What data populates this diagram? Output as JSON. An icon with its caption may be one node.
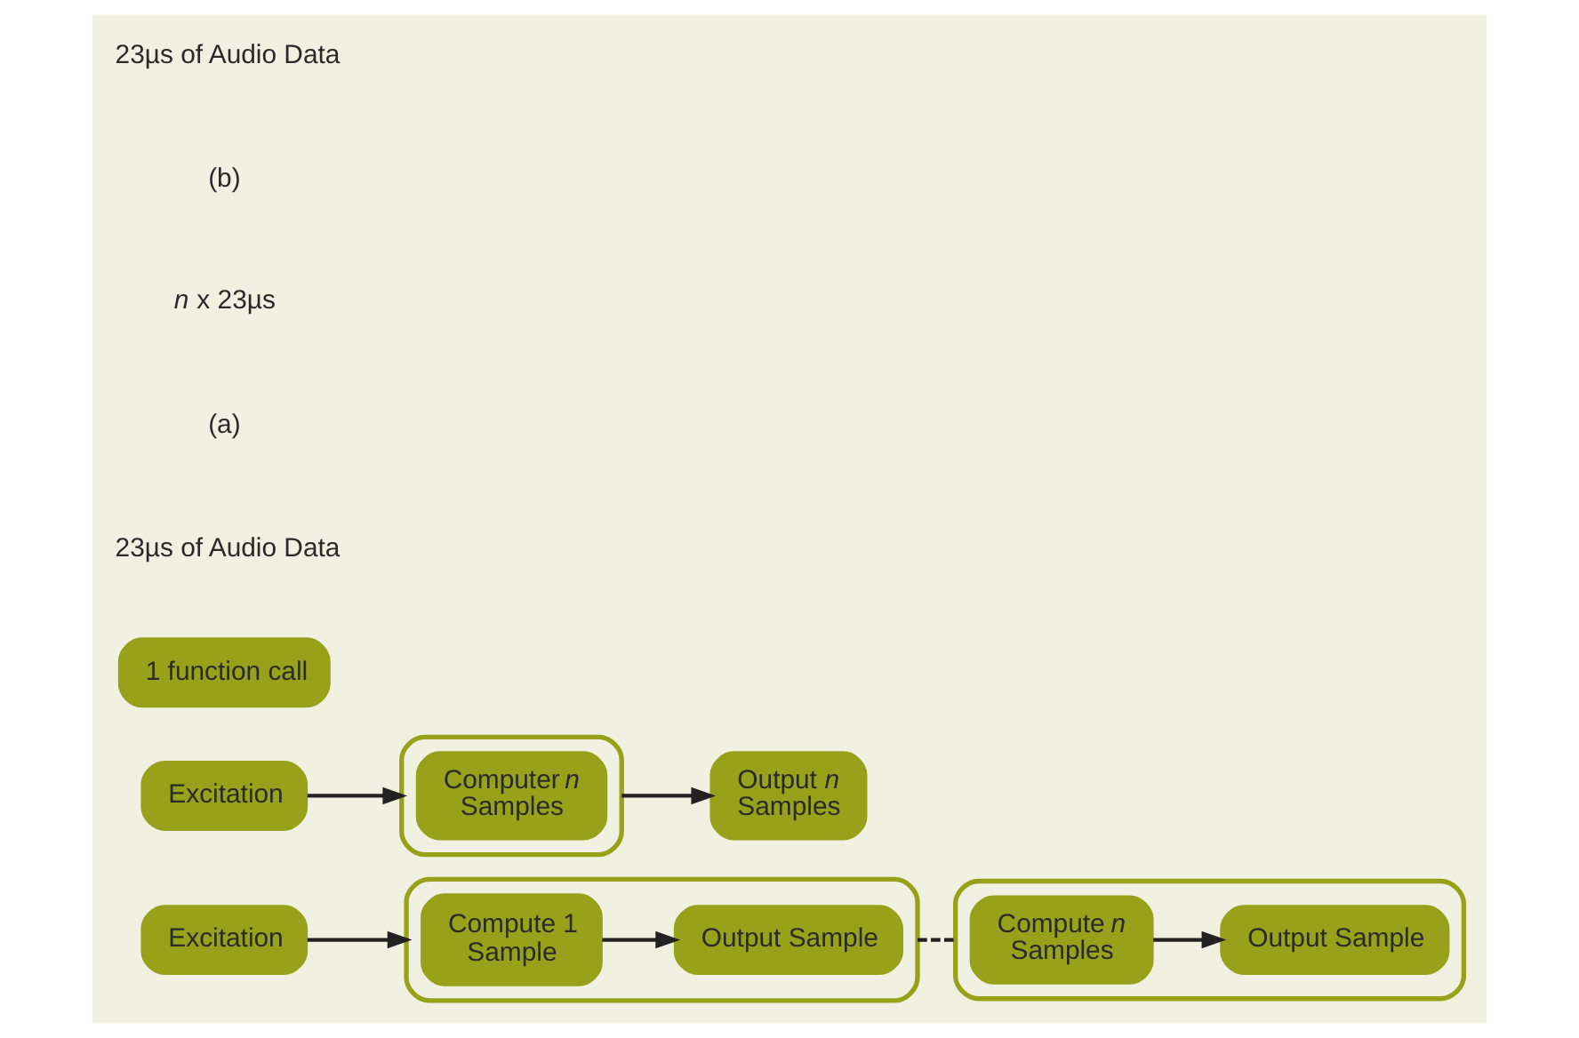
{
  "diagram": {
    "nodes": [
      {
        "text": [
          "Excitation"
        ]
      },
      {
        "text": [],
        "shape": "box"
      },
      {
        "text": [
          "Compute 1 Sample"
        ],
        "in": 1
      },
      {
        "text": [
          "Output Sample"
        ],
        "in": 1
      },
      {
        "text": [],
        "shape": "box"
      },
      {
        "text": [
          "Compute *n* Samples"
        ],
        "in": 4
      },
      {
        "text": [
          "Output Sample"
        ],
        "in": 4
      },
      {
        "text": [
          "Excitation"
        ]
      },
      {
        "text": [],
        "shape": "box"
      },
      {
        "text": [
          "Computer *n* Samples"
        ],
        "in": 8
      },
      {
        "text": [
          "Output *n* Samples"
        ]
      },
      {
        "text": [
          "1 function call"
        ]
      }
    ],
    "edges": [
      {
        "from": 0,
        "to": 1,
        "arrow": "to"
      },
      {
        "from": 2,
        "to": 3,
        "arrow": "to"
      },
      {
        "from": 1,
        "to": 4,
        "arrow": "none",
        "style": "dashed"
      },
      {
        "from": 5,
        "to": 6,
        "arrow": "to"
      },
      {
        "from": 7,
        "to": 8,
        "arrow": "to"
      },
      {
        "from": 8,
        "to": 10,
        "arrow": "to"
      }
    ],
    "labels": [
      "23µs of Audio Data",
      "(a)",
      "*n* x 23µs",
      "(b)",
      "23µs of Audio Data"
    ]
  }
}
